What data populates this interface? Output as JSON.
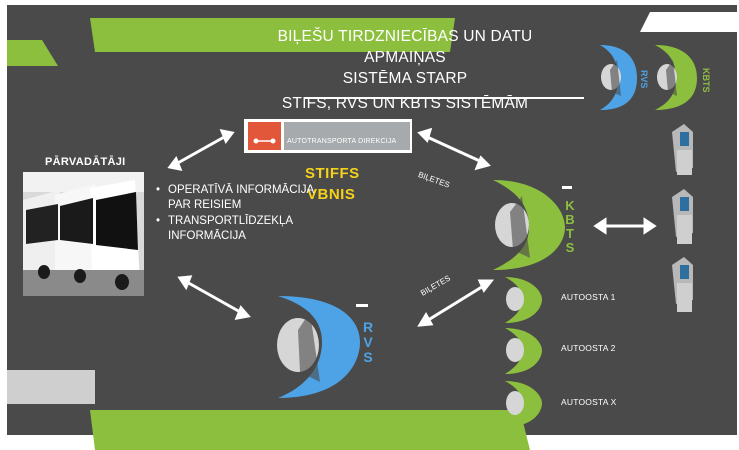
{
  "title": {
    "line1": "BIĻEŠU TIRDZNIECĪBAS UN DATU APMAIŅAS",
    "line2": "SISTĒMA STARP",
    "line3": "STIFS, RVS UN KBTS SISTĒMĀM"
  },
  "atd": {
    "text": "AUTOTRANSPORTA DIREKCIJA"
  },
  "stiffs": {
    "line1": "STIFFS",
    "line2": "VBNIS"
  },
  "carriers": {
    "heading": "PĀRVADĀTĀJI",
    "bullets": [
      "OPERATĪVĀ INFORMĀCIJA PAR REISIEM",
      "TRANSPORTLĪDZEKĻA INFORMĀCIJA"
    ]
  },
  "edge_labels": {
    "tickets_top": "BIĻETES",
    "tickets_bottom": "BIĻETES"
  },
  "kbts": {
    "letters": "KBTS"
  },
  "rvs": {
    "letters": "RVS"
  },
  "stations": [
    "AUTOOSTA 1",
    "AUTOOSTA 2",
    "AUTOOSTA X"
  ],
  "colors": {
    "background": "#4a4a4a",
    "green": "#8dbf3f",
    "blue": "#4ea3e6",
    "yellow": "#f4d21a",
    "atd_red": "#e2573a"
  }
}
